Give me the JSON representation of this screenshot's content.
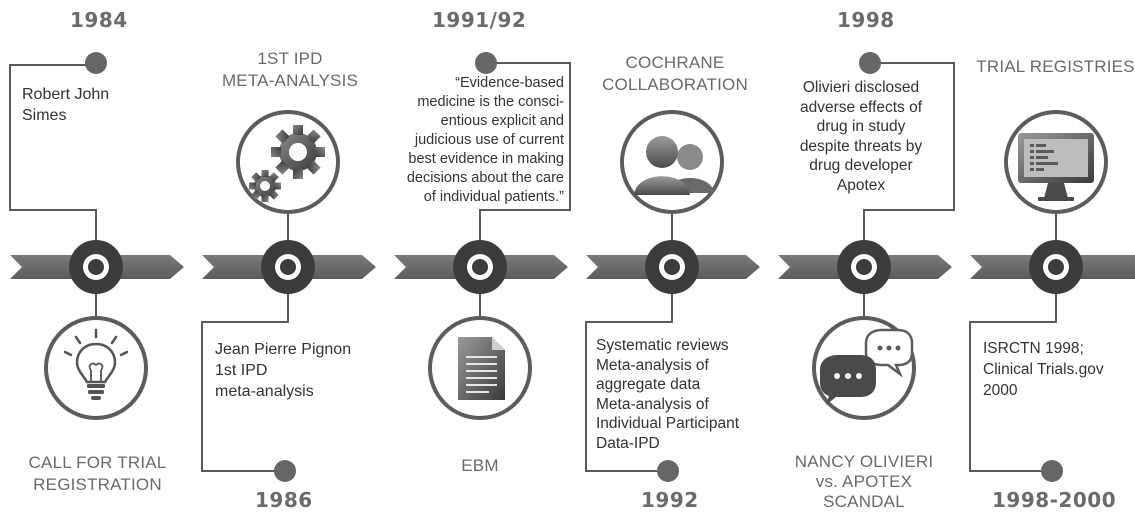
{
  "timeline": {
    "events": [
      {
        "year": "1984",
        "title": "CALL FOR TRIAL\nREGISTRATION",
        "description": "Robert John\nSimes",
        "icon": "lightbulb-icon"
      },
      {
        "year": "1986",
        "title": "1ST IPD\nMETA-ANALYSIS",
        "description": "Jean Pierre Pignon\n1st IPD\nmeta-analysis",
        "icon": "gears-icon"
      },
      {
        "year": "1991/92",
        "title": "EBM",
        "description": "“Evidence-based\nmedicine is the consci-\nentious explicit and\njudicious use of current\nbest evidence in making\ndecisions about the care\nof individual patients.”",
        "icon": "document-icon"
      },
      {
        "year": "1992",
        "title": "COCHRANE\nCOLLABORATION",
        "description": "Systematic reviews\nMeta-analysis of\naggregate data\nMeta-analysis of\nIndividual Participant\nData-IPD",
        "icon": "people-icon"
      },
      {
        "year": "1998",
        "title": "NANCY OLIVIERI\nvs. APOTEX\nSCANDAL",
        "description": "Olivieri disclosed\nadverse effects of\ndrug in study\ndespite threats by\ndrug developer\nApotex",
        "icon": "speech-bubbles-icon"
      },
      {
        "year": "1998-2000",
        "title": "TRIAL REGISTRIES",
        "description": "ISRCTN 1998;\nClinical Trials.gov\n2000",
        "icon": "monitor-icon"
      }
    ]
  },
  "colors": {
    "arrow": "#6e6e6e",
    "node_dark": "#3c3c3c",
    "line": "#5a5a5a",
    "dot": "#666666",
    "text_title": "#6a6a6a"
  }
}
